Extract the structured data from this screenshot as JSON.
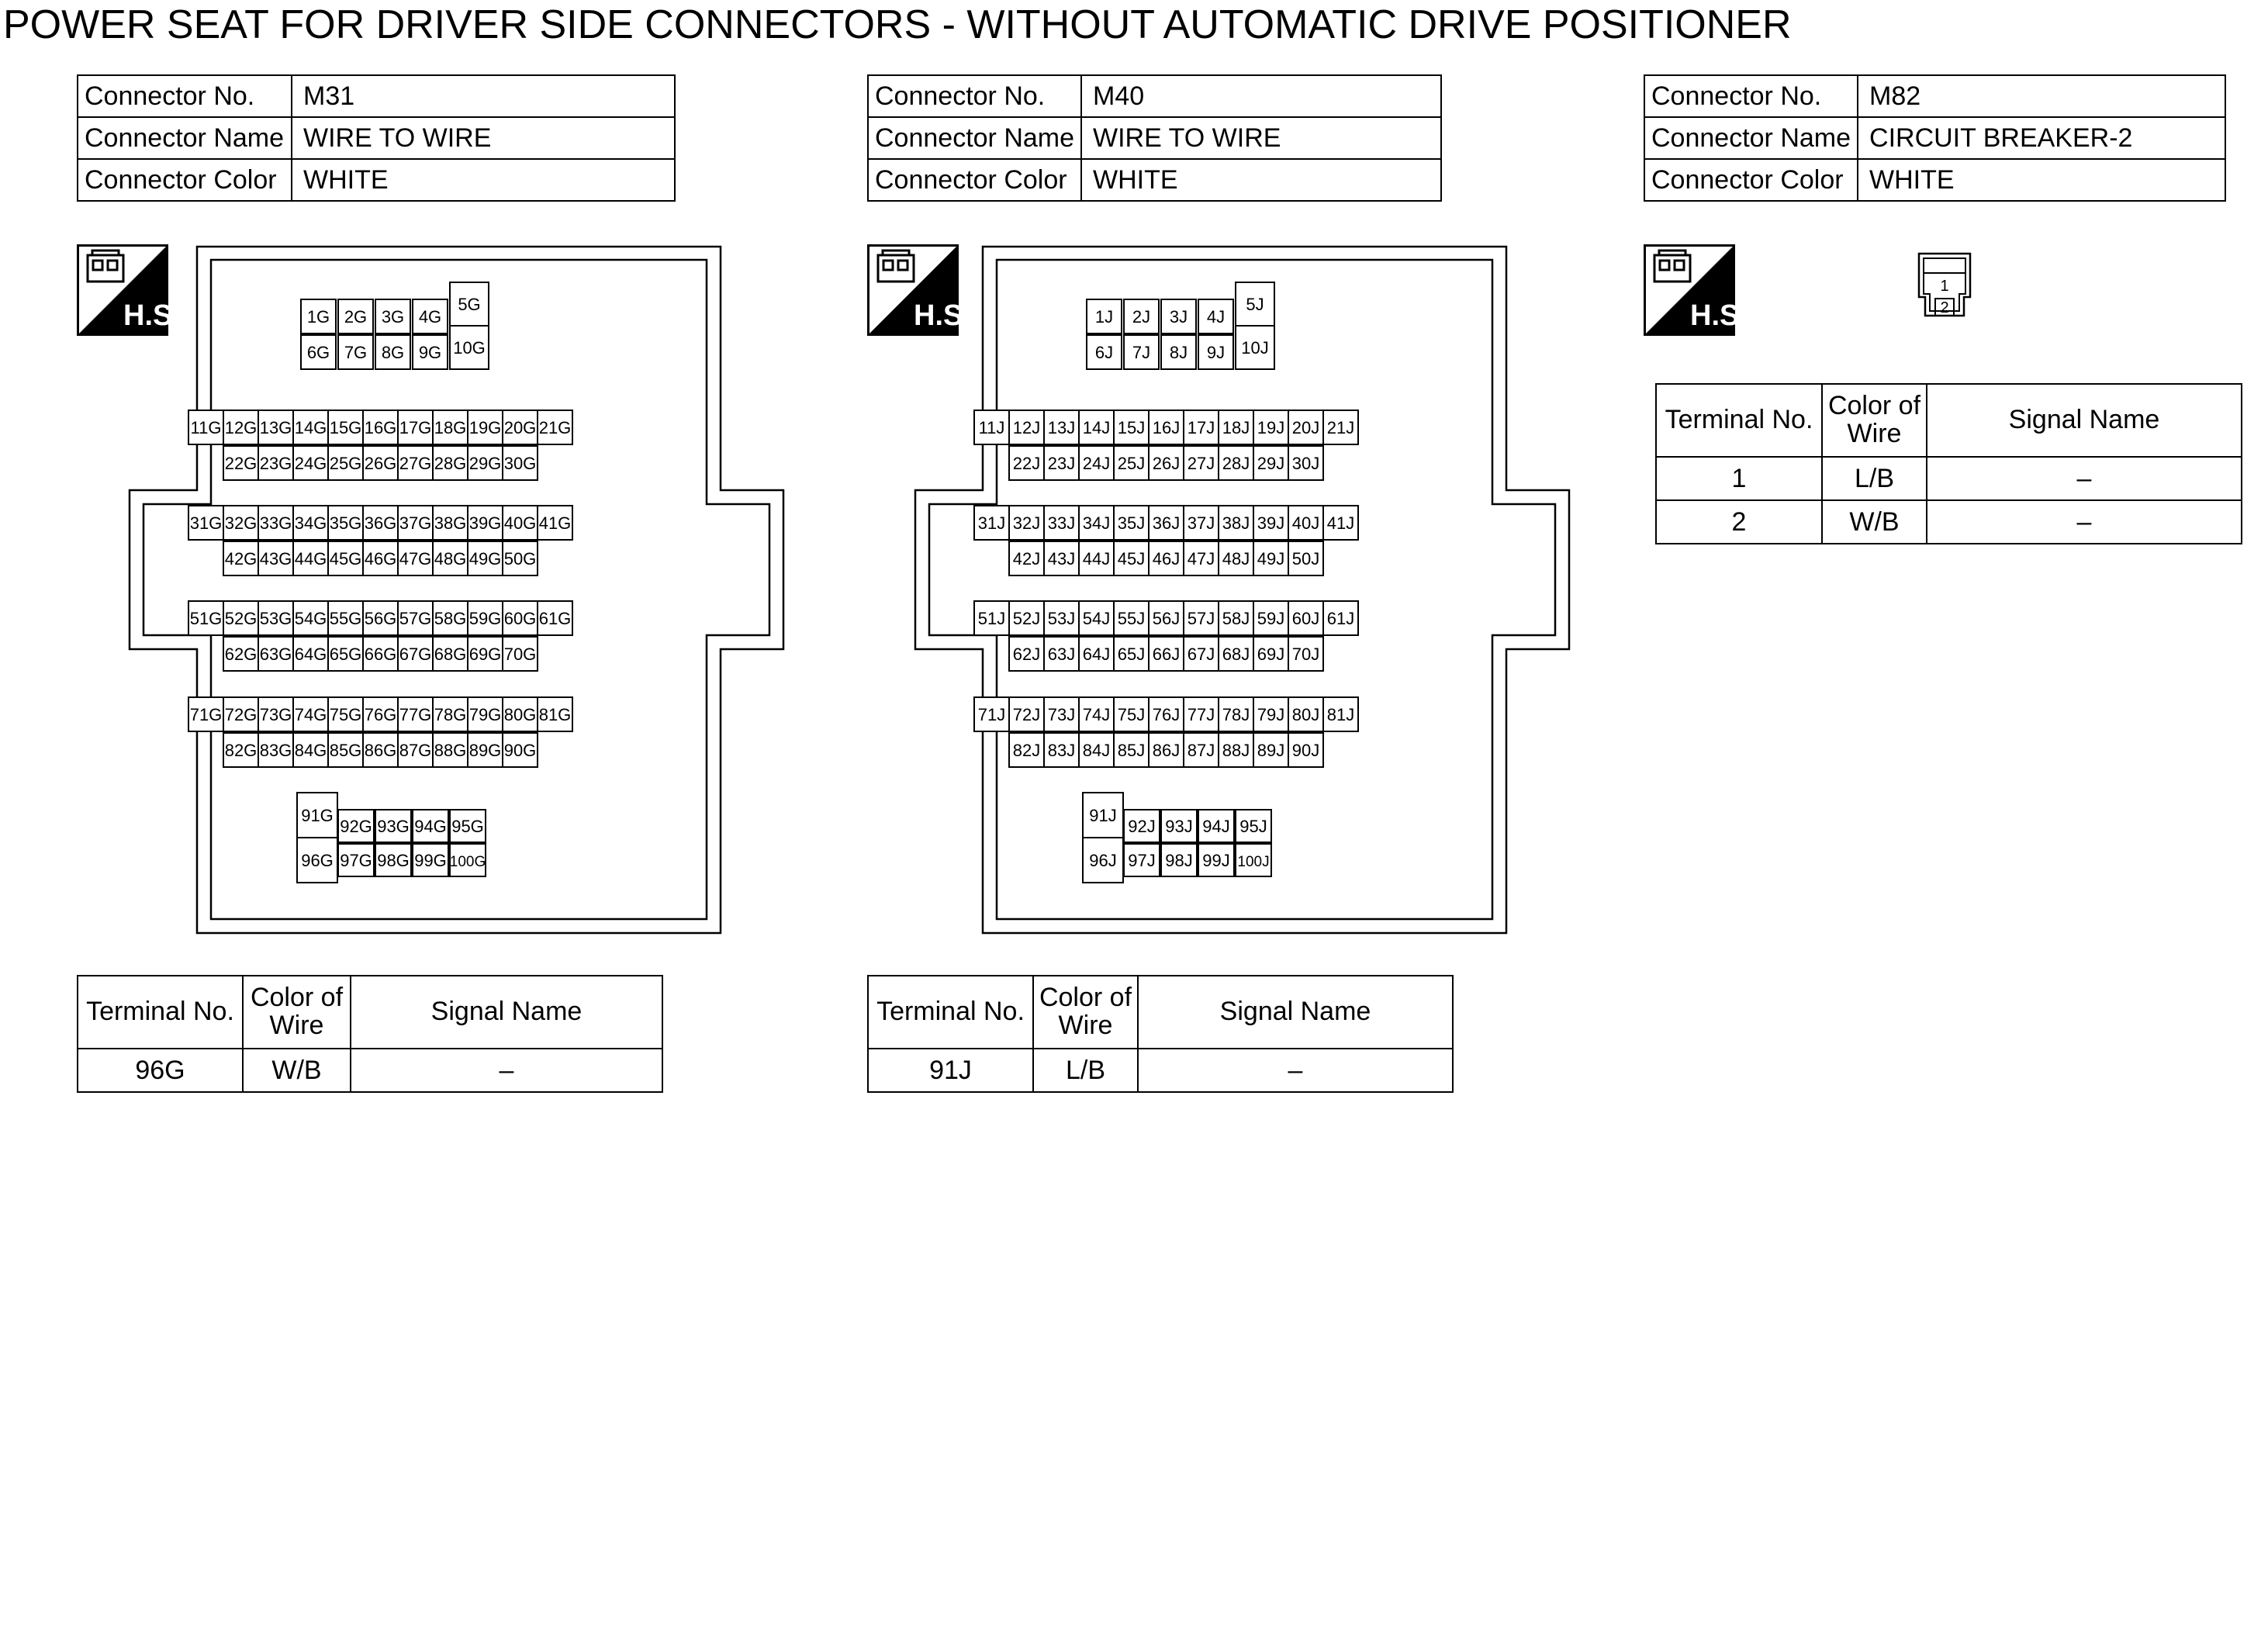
{
  "title": "POWER SEAT FOR DRIVER SIDE CONNECTORS - WITHOUT AUTOMATIC DRIVE POSITIONER",
  "info_labels": {
    "no": "Connector No.",
    "name": "Connector Name",
    "color": "Connector Color"
  },
  "table_headers": {
    "terminal": "Terminal No.",
    "wire_color": "Color of\nWire",
    "signal": "Signal Name"
  },
  "hs_label": "H.S.",
  "connectors": [
    {
      "no": "M31",
      "name": "WIRE TO WIRE",
      "color": "WHITE",
      "suffix": "G",
      "terminals": [
        {
          "terminal": "96G",
          "wire": "W/B",
          "signal": "–"
        }
      ]
    },
    {
      "no": "M40",
      "name": "WIRE TO WIRE",
      "color": "WHITE",
      "suffix": "J",
      "terminals": [
        {
          "terminal": "91J",
          "wire": "L/B",
          "signal": "–"
        }
      ]
    },
    {
      "no": "M82",
      "name": "CIRCUIT BREAKER-2",
      "color": "WHITE",
      "pins": [
        "1",
        "2"
      ],
      "terminals": [
        {
          "terminal": "1",
          "wire": "L/B",
          "signal": "–"
        },
        {
          "terminal": "2",
          "wire": "W/B",
          "signal": "–"
        }
      ]
    }
  ]
}
